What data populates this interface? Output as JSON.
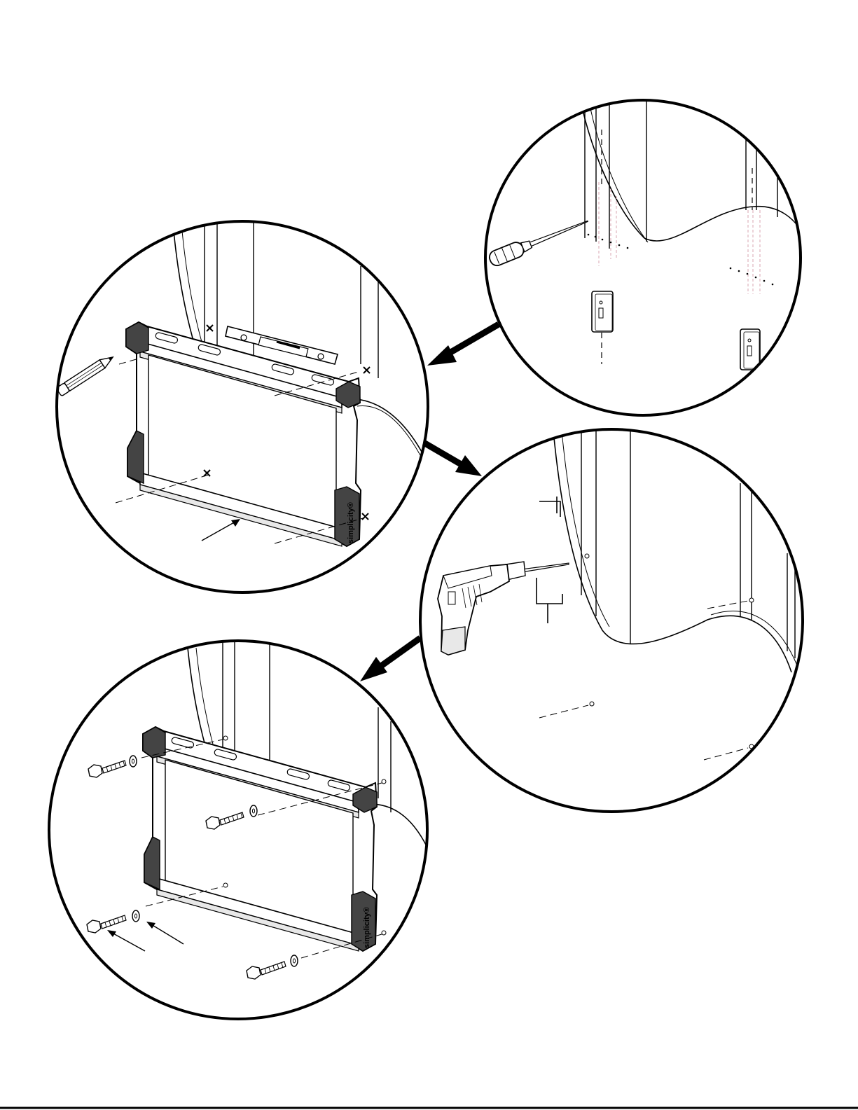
{
  "page": {
    "background": "#ffffff",
    "ink_color": "#000000",
    "guide_color": "#d9a6b0"
  },
  "figure": {
    "steps": [
      {
        "id": "step-1",
        "tool": "screwdriver-icon",
        "description": "locate studs behind wall"
      },
      {
        "id": "step-2",
        "tool": "pencil-icon",
        "description": "mark holes with bracket and level"
      },
      {
        "id": "step-3",
        "tool": "drill-icon",
        "description": "drill pilot holes"
      },
      {
        "id": "step-4",
        "tool": "lag-bolt-icon",
        "description": "fasten bracket with bolts and washers"
      }
    ],
    "bracket_brand": "simplicity®"
  }
}
